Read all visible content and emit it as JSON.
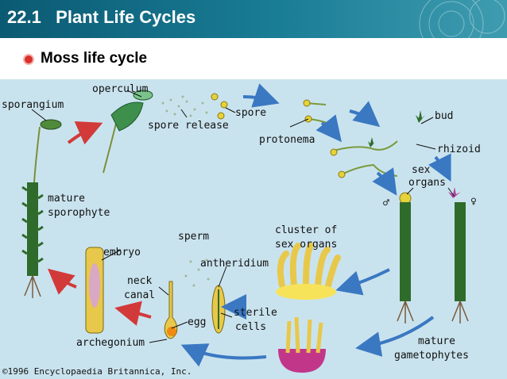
{
  "header": {
    "number": "22.1",
    "title": "Plant Life Cycles"
  },
  "subtitle": "Moss life cycle",
  "labels": {
    "operculum": "operculum",
    "sporangium": "sporangium",
    "spore_release": "spore release",
    "spore": "spore",
    "protonema": "protonema",
    "bud": "bud",
    "rhizoid": "rhizoid",
    "sex": "sex",
    "organs": "organs",
    "mature": "mature",
    "sporophyte": "sporophyte",
    "cluster_of": "cluster of",
    "sex_organs": "sex organs",
    "sperm": "sperm",
    "embryo": "embryo",
    "antheridium": "antheridium",
    "neck": "neck",
    "canal": "canal",
    "egg": "egg",
    "sterile": "sterile",
    "cells": "cells",
    "archegonium": "archegonium",
    "mature2": "mature",
    "gametophytes": "gametophytes"
  },
  "symbols": {
    "male": "♂",
    "female": "♀"
  },
  "copyright": "©1996 Encyclopaedia Britannica, Inc.",
  "colors": {
    "header": "#0b5a73",
    "diagram_bg": "#c9e3ee",
    "arrow_red": "#d23a3a",
    "arrow_blue": "#3a78c2",
    "moss": "#2f6b2a"
  }
}
